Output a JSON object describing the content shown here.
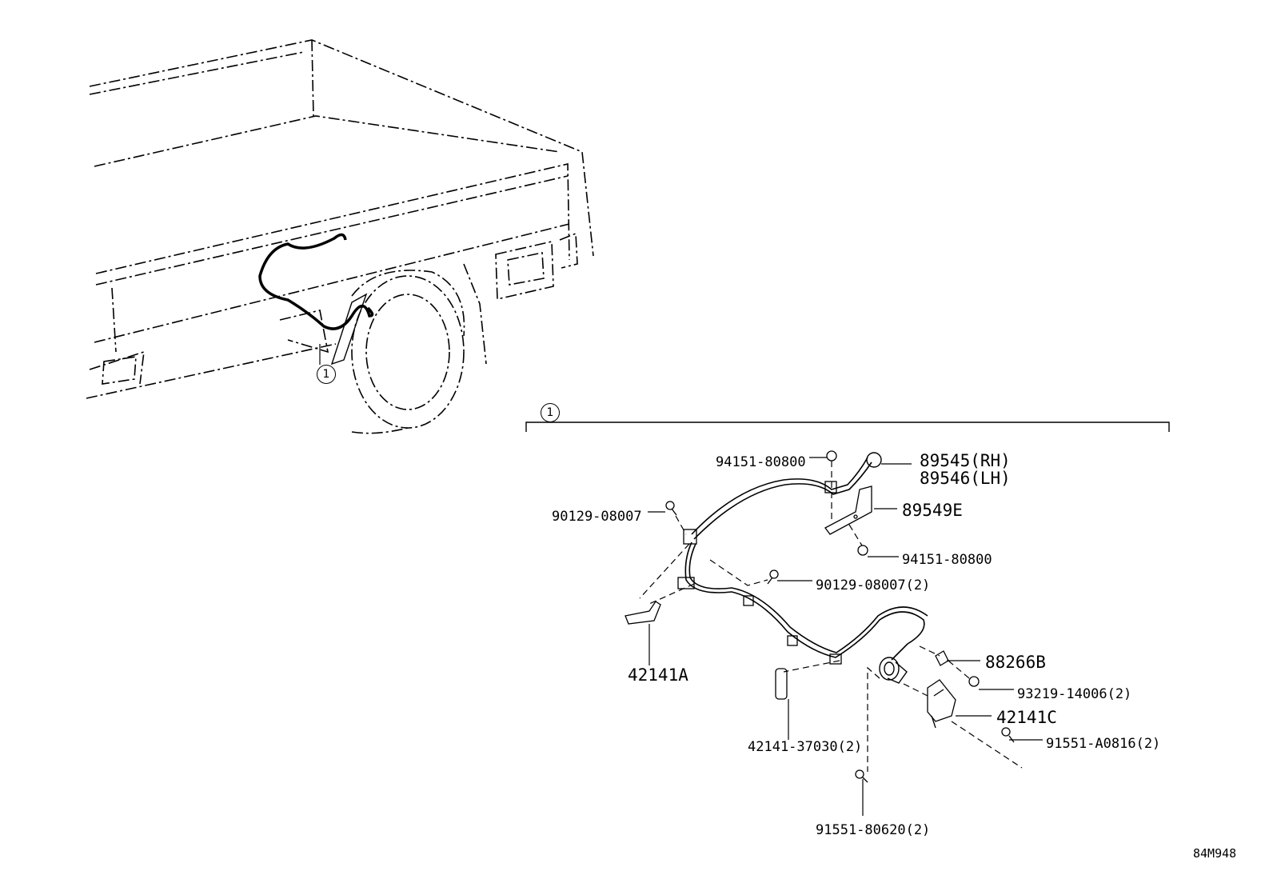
{
  "callouts": {
    "truck_ref": "1",
    "section_ref": "1"
  },
  "parts": {
    "p94151_top": "94151-80800",
    "p89545": "89545(RH)",
    "p89546": "89546(LH)",
    "p90129_a": "90129-08007",
    "p89549E": "89549E",
    "p94151_b": "94151-80800",
    "p90129_b": "90129-08007(2)",
    "p42141A": "42141A",
    "p88266B": "88266B",
    "p93219": "93219-14006(2)",
    "p42141C": "42141C",
    "p42141_37030": "42141-37030(2)",
    "p91551_A0816": "91551-A0816(2)",
    "p91551_80620": "91551-80620(2)"
  },
  "figure_code": "84M948"
}
